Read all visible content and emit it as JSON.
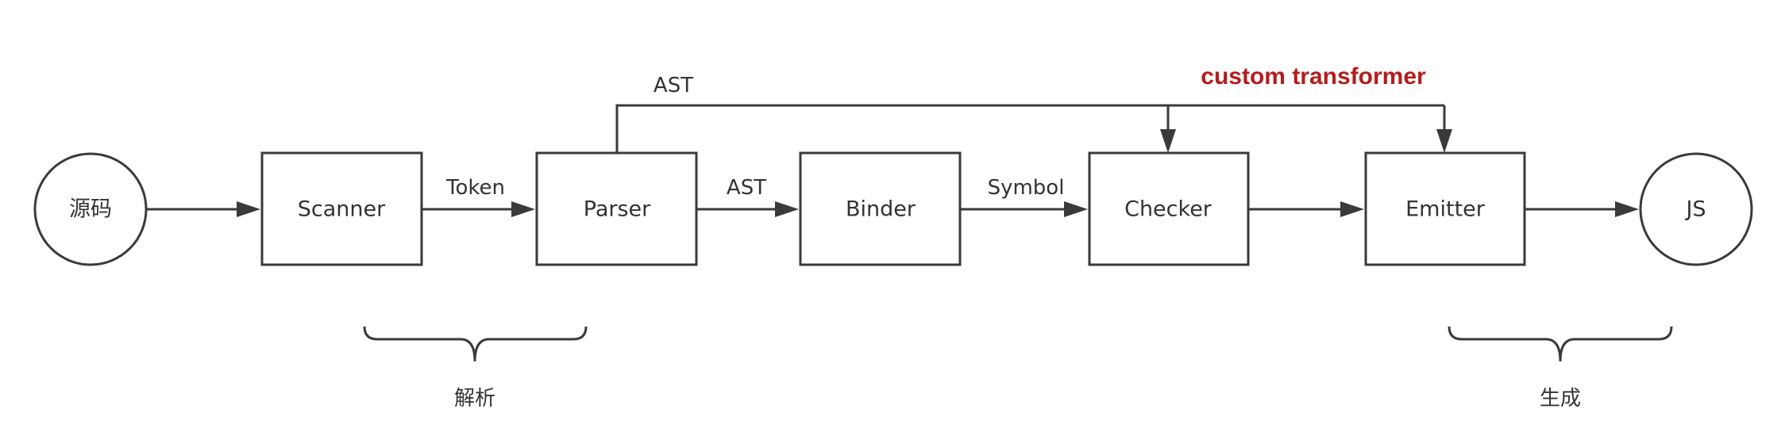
{
  "colors": {
    "stroke": "#3a3a3a",
    "text": "#333333",
    "accent": "#b51c1c"
  },
  "nodes": {
    "source": "源码",
    "scanner": "Scanner",
    "parser": "Parser",
    "binder": "Binder",
    "checker": "Checker",
    "emitter": "Emitter",
    "js": "JS"
  },
  "edges": {
    "token": "Token",
    "ast_parser_binder": "AST",
    "symbol": "Symbol",
    "ast_top": "AST"
  },
  "annotations": {
    "custom_transformer": "custom transformer"
  },
  "braces": {
    "parse": "解析",
    "generate": "生成"
  }
}
